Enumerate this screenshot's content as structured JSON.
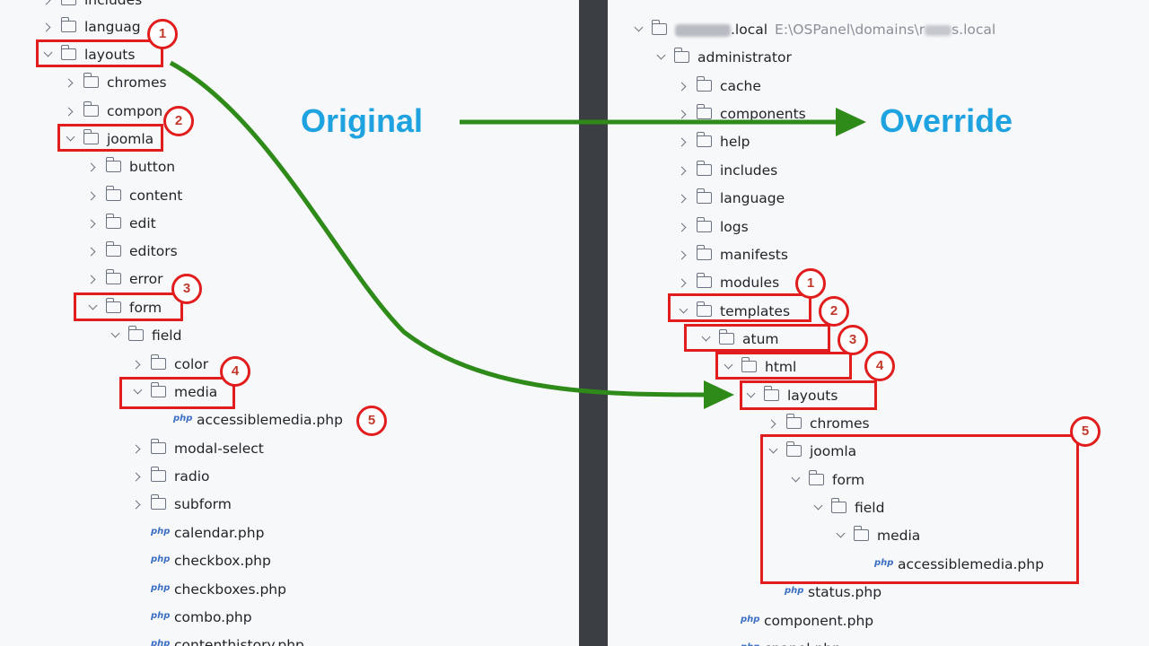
{
  "left_tree": {
    "includes": "includes",
    "language": "languag",
    "layouts": "layouts",
    "chromes": "chromes",
    "components": "compon",
    "joomla": "joomla",
    "button": "button",
    "content": "content",
    "edit": "edit",
    "editors": "editors",
    "error": "error",
    "form": "form",
    "field": "field",
    "color": "color",
    "media": "media",
    "accessiblemedia": "accessiblemedia.php",
    "modal_select": "modal-select",
    "radio": "radio",
    "subform": "subform",
    "calendar": "calendar.php",
    "checkbox": "checkbox.php",
    "checkboxes": "checkboxes.php",
    "combo": "combo.php",
    "contenthistory": "contenthistory.php"
  },
  "right_tree": {
    "root_suffix": ".local",
    "root_path_prefix": "E:\\OSPanel\\domains\\r",
    "root_path_suffix": "s.local",
    "administrator": "administrator",
    "cache": "cache",
    "components": "components",
    "help": "help",
    "includes": "includes",
    "language": "language",
    "logs": "logs",
    "manifests": "manifests",
    "modules": "modules",
    "templates": "templates",
    "atum": "atum",
    "html": "html",
    "layouts": "layouts",
    "chromes": "chromes",
    "joomla": "joomla",
    "form": "form",
    "field": "field",
    "media": "media",
    "accessiblemedia": "accessiblemedia.php",
    "status": "status.php",
    "component": "component.php",
    "cpanel": "cpanel.php"
  },
  "php_icon_text": "php",
  "labels": {
    "original": "Original",
    "override": "Override"
  },
  "badges": {
    "left": [
      "1",
      "2",
      "3",
      "4",
      "5"
    ],
    "right": [
      "1",
      "2",
      "3",
      "4",
      "5"
    ]
  },
  "colors": {
    "highlight": "#e11d1d",
    "arrow": "#2e8b1a",
    "label": "#1ea2e0",
    "divider": "#3b3f44"
  }
}
